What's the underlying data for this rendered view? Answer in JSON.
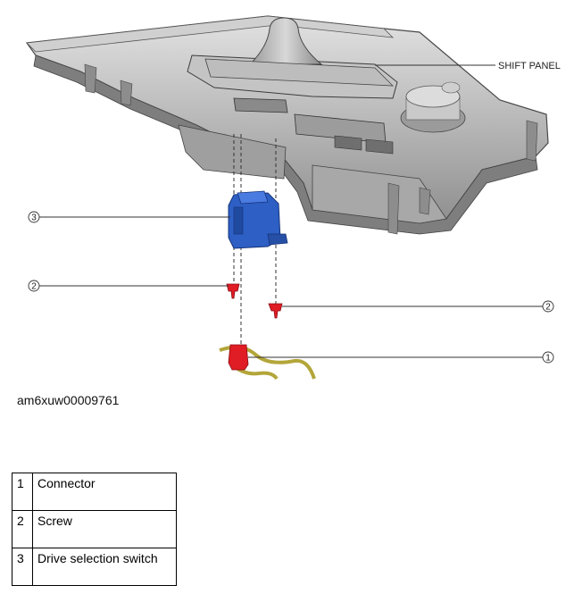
{
  "diagram": {
    "panel_label": "SHIFT PANEL",
    "callouts": [
      {
        "number": "3"
      },
      {
        "number": "2"
      },
      {
        "number": "2"
      },
      {
        "number": "1"
      }
    ]
  },
  "figure_id": "am6xuw00009761",
  "legend": {
    "rows": [
      {
        "number": "1",
        "description": "Connector"
      },
      {
        "number": "2",
        "description": "Screw"
      },
      {
        "number": "3",
        "description": "Drive selection switch"
      }
    ]
  },
  "colors": {
    "panel_gray": "#b9b9b9",
    "switch_blue": "#2d5fc4",
    "screw_red": "#e01c24",
    "harness_olive": "#b3a63a"
  }
}
